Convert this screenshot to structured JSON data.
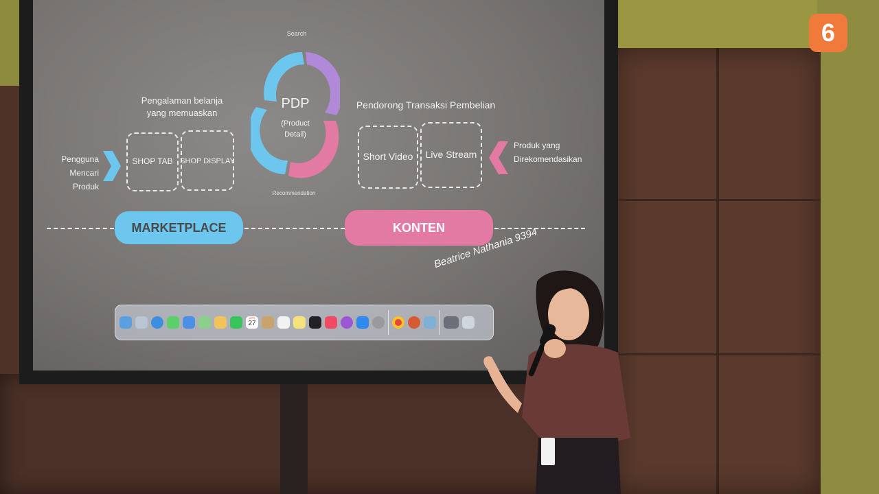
{
  "slide": {
    "left_title": "Pengalaman belanja yang memuaskan",
    "right_title": "Pendorong Transaksi Pembelian",
    "left_label": "Pengguna Mencari Produk",
    "right_label": "Produk yang Direkomendasikan",
    "box_shop_tab": "SHOP TAB",
    "box_shop_display": "SHOP DISPLAY",
    "box_short_video": "Short Video",
    "box_live_stream": "Live Stream",
    "cycle_top": "Search",
    "cycle_bottom": "Recommendation",
    "cycle_center_title": "PDP",
    "cycle_center_sub": "(Product Detail)",
    "marketplace": "MARKETPLACE",
    "konten": "KONTEN",
    "handwriting": "Beatrice Nathania 9394"
  },
  "dock": {
    "calendar_day": "27",
    "calendar_month": "APR",
    "icons": [
      "finder-icon",
      "launchpad-icon",
      "safari-icon",
      "messages-icon",
      "mail-icon",
      "maps-icon",
      "photos-icon",
      "facetime-icon",
      "calendar-icon",
      "contacts-icon",
      "reminders-icon",
      "notes-icon",
      "tv-icon",
      "music-icon",
      "podcasts-icon",
      "appstore-icon",
      "settings-icon",
      "chrome-icon",
      "powerpoint-icon",
      "preview-icon",
      "folder-icon",
      "trash-icon"
    ]
  },
  "watermark": {
    "logo_text": "6"
  },
  "colors": {
    "blue": "#6cc6ee",
    "pink": "#e27aa3",
    "purple": "#b08ad8",
    "badge": "#f07a3c"
  }
}
